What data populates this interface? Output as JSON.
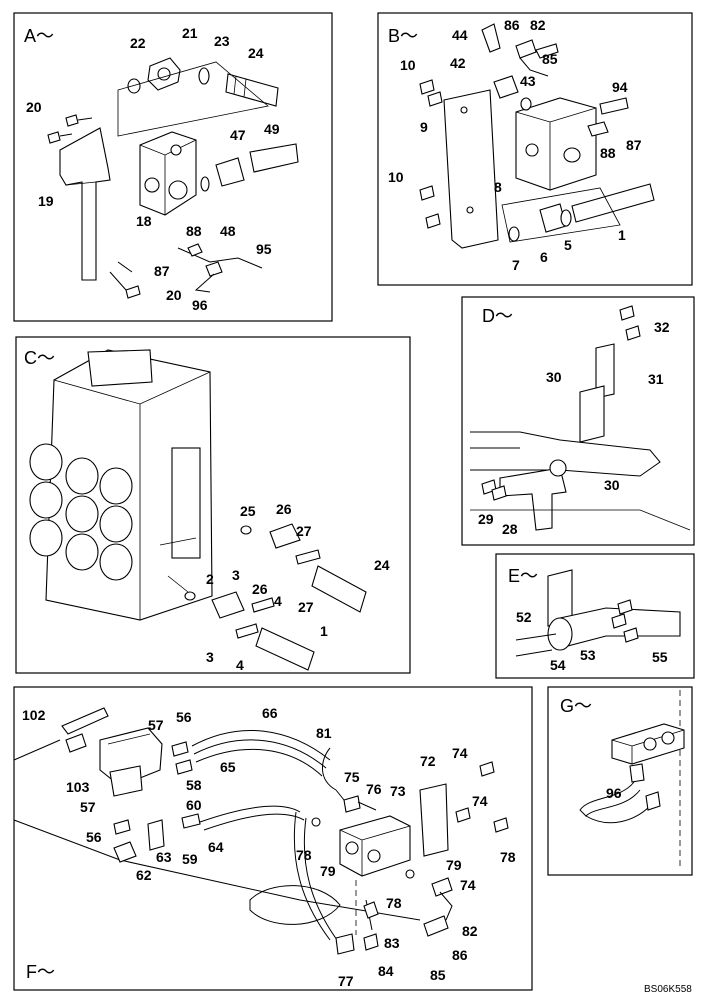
{
  "diagram_code": "BS06K558",
  "panels": {
    "A": {
      "title": "A～",
      "labels": [
        "22",
        "21",
        "23",
        "24",
        "20",
        "47",
        "49",
        "18",
        "19",
        "48",
        "88",
        "87",
        "95",
        "96",
        "20"
      ]
    },
    "B": {
      "title": "B～",
      "labels": [
        "44",
        "86",
        "82",
        "85",
        "42",
        "43",
        "10",
        "94",
        "9",
        "88",
        "87",
        "8",
        "10",
        "6",
        "7",
        "5",
        "1"
      ]
    },
    "C": {
      "title": "C～",
      "labels": [
        "25",
        "26",
        "27",
        "24",
        "2",
        "3",
        "26",
        "4",
        "27",
        "1",
        "3",
        "4"
      ]
    },
    "D": {
      "title": "D～",
      "labels": [
        "32",
        "30",
        "31",
        "30",
        "29",
        "28"
      ]
    },
    "E": {
      "title": "E～",
      "labels": [
        "52",
        "55",
        "54",
        "53"
      ]
    },
    "F": {
      "title": "F～",
      "labels": [
        "102",
        "57",
        "56",
        "66",
        "103",
        "58",
        "65",
        "81",
        "57",
        "60",
        "56",
        "63",
        "59",
        "64",
        "62",
        "74",
        "75",
        "76",
        "73",
        "72",
        "74",
        "78",
        "79",
        "79",
        "78",
        "74",
        "78",
        "82",
        "83",
        "86",
        "77",
        "84",
        "85"
      ]
    },
    "G": {
      "title": "G～",
      "labels": [
        "96"
      ]
    }
  }
}
